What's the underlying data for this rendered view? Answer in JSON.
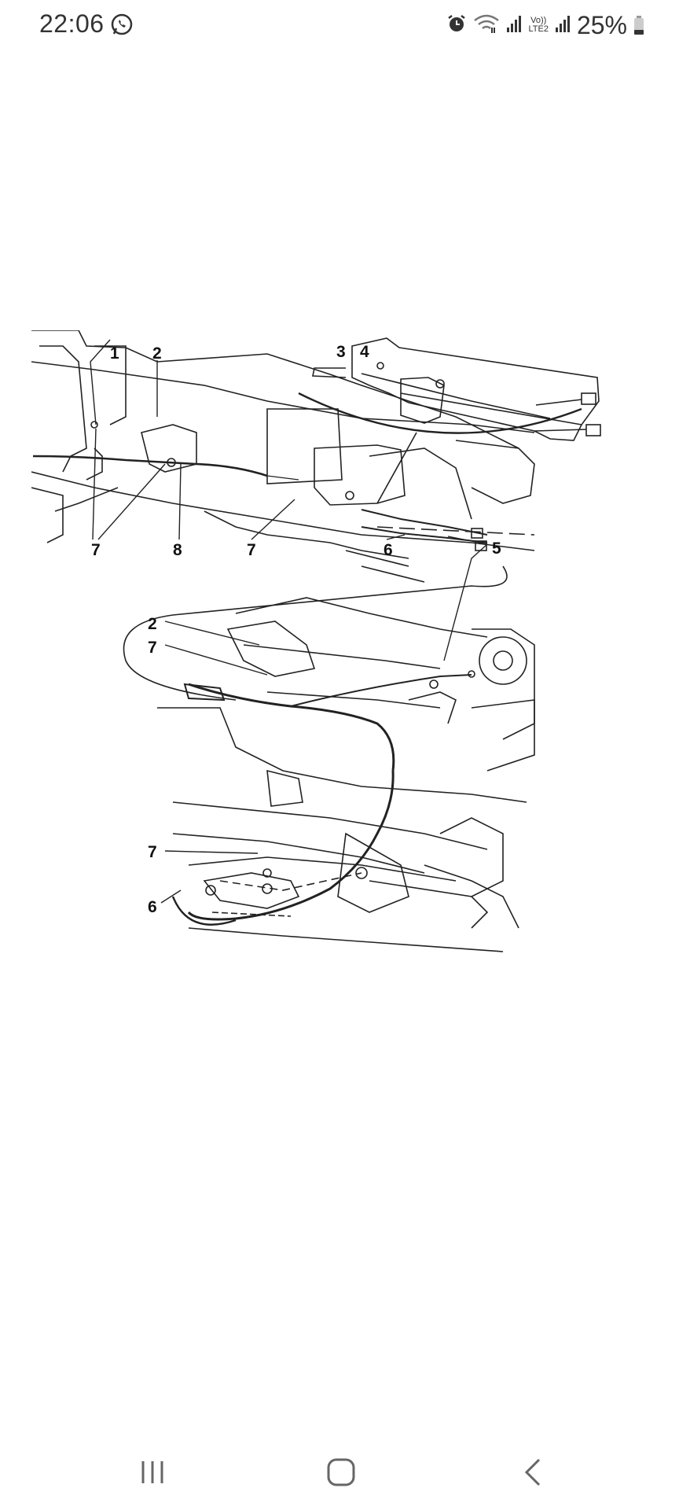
{
  "status_bar": {
    "time": "22:06",
    "app_icon": "whatsapp-icon",
    "icons": [
      "alarm-icon",
      "wifi-icon",
      "signal-icon",
      "volte-icon",
      "signal-icon"
    ],
    "volte_line1": "Vo))",
    "volte_line2": "LTE2",
    "battery": "25%"
  },
  "diagram": {
    "callouts": {
      "c1": "1",
      "c2": "2",
      "c3": "3",
      "c4": "4",
      "c5": "5",
      "c6a": "6",
      "c7a": "7",
      "c7b": "7",
      "c8": "8",
      "c2b": "2",
      "c7c": "7",
      "c7d": "7",
      "c6b": "6"
    }
  },
  "nav_bar": {
    "icons": [
      "recent-apps-icon",
      "home-icon",
      "back-icon"
    ]
  }
}
